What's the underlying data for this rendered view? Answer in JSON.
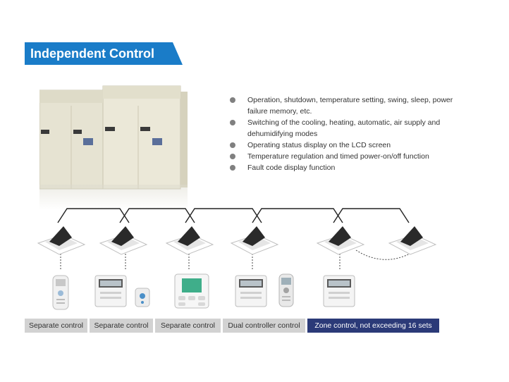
{
  "header": {
    "title": "Independent Control"
  },
  "features": [
    "Operation, shutdown, temperature setting, swing, sleep, power failure memory, etc.",
    "Switching of the cooling, heating, automatic, air supply and dehumidifying modes",
    "Operating status display on the LCD screen",
    "Temperature regulation and timed power-on/off function",
    "Fault code display function"
  ],
  "control_labels": [
    "Separate control",
    "Separate control",
    "Separate control",
    "Dual controller control",
    "Zone control, not exceeding 16 sets"
  ],
  "colors": {
    "banner": "#1a7cc8",
    "zone_label": "#2b3a78",
    "gray_label": "#d2d2d2",
    "bullet": "#808080"
  },
  "icons": {
    "outdoor_unit": "outdoor-unit-icon",
    "indoor_unit": "cassette-indoor-unit-icon",
    "remote": "remote-control-icon",
    "wired_controller": "wired-controller-icon"
  }
}
